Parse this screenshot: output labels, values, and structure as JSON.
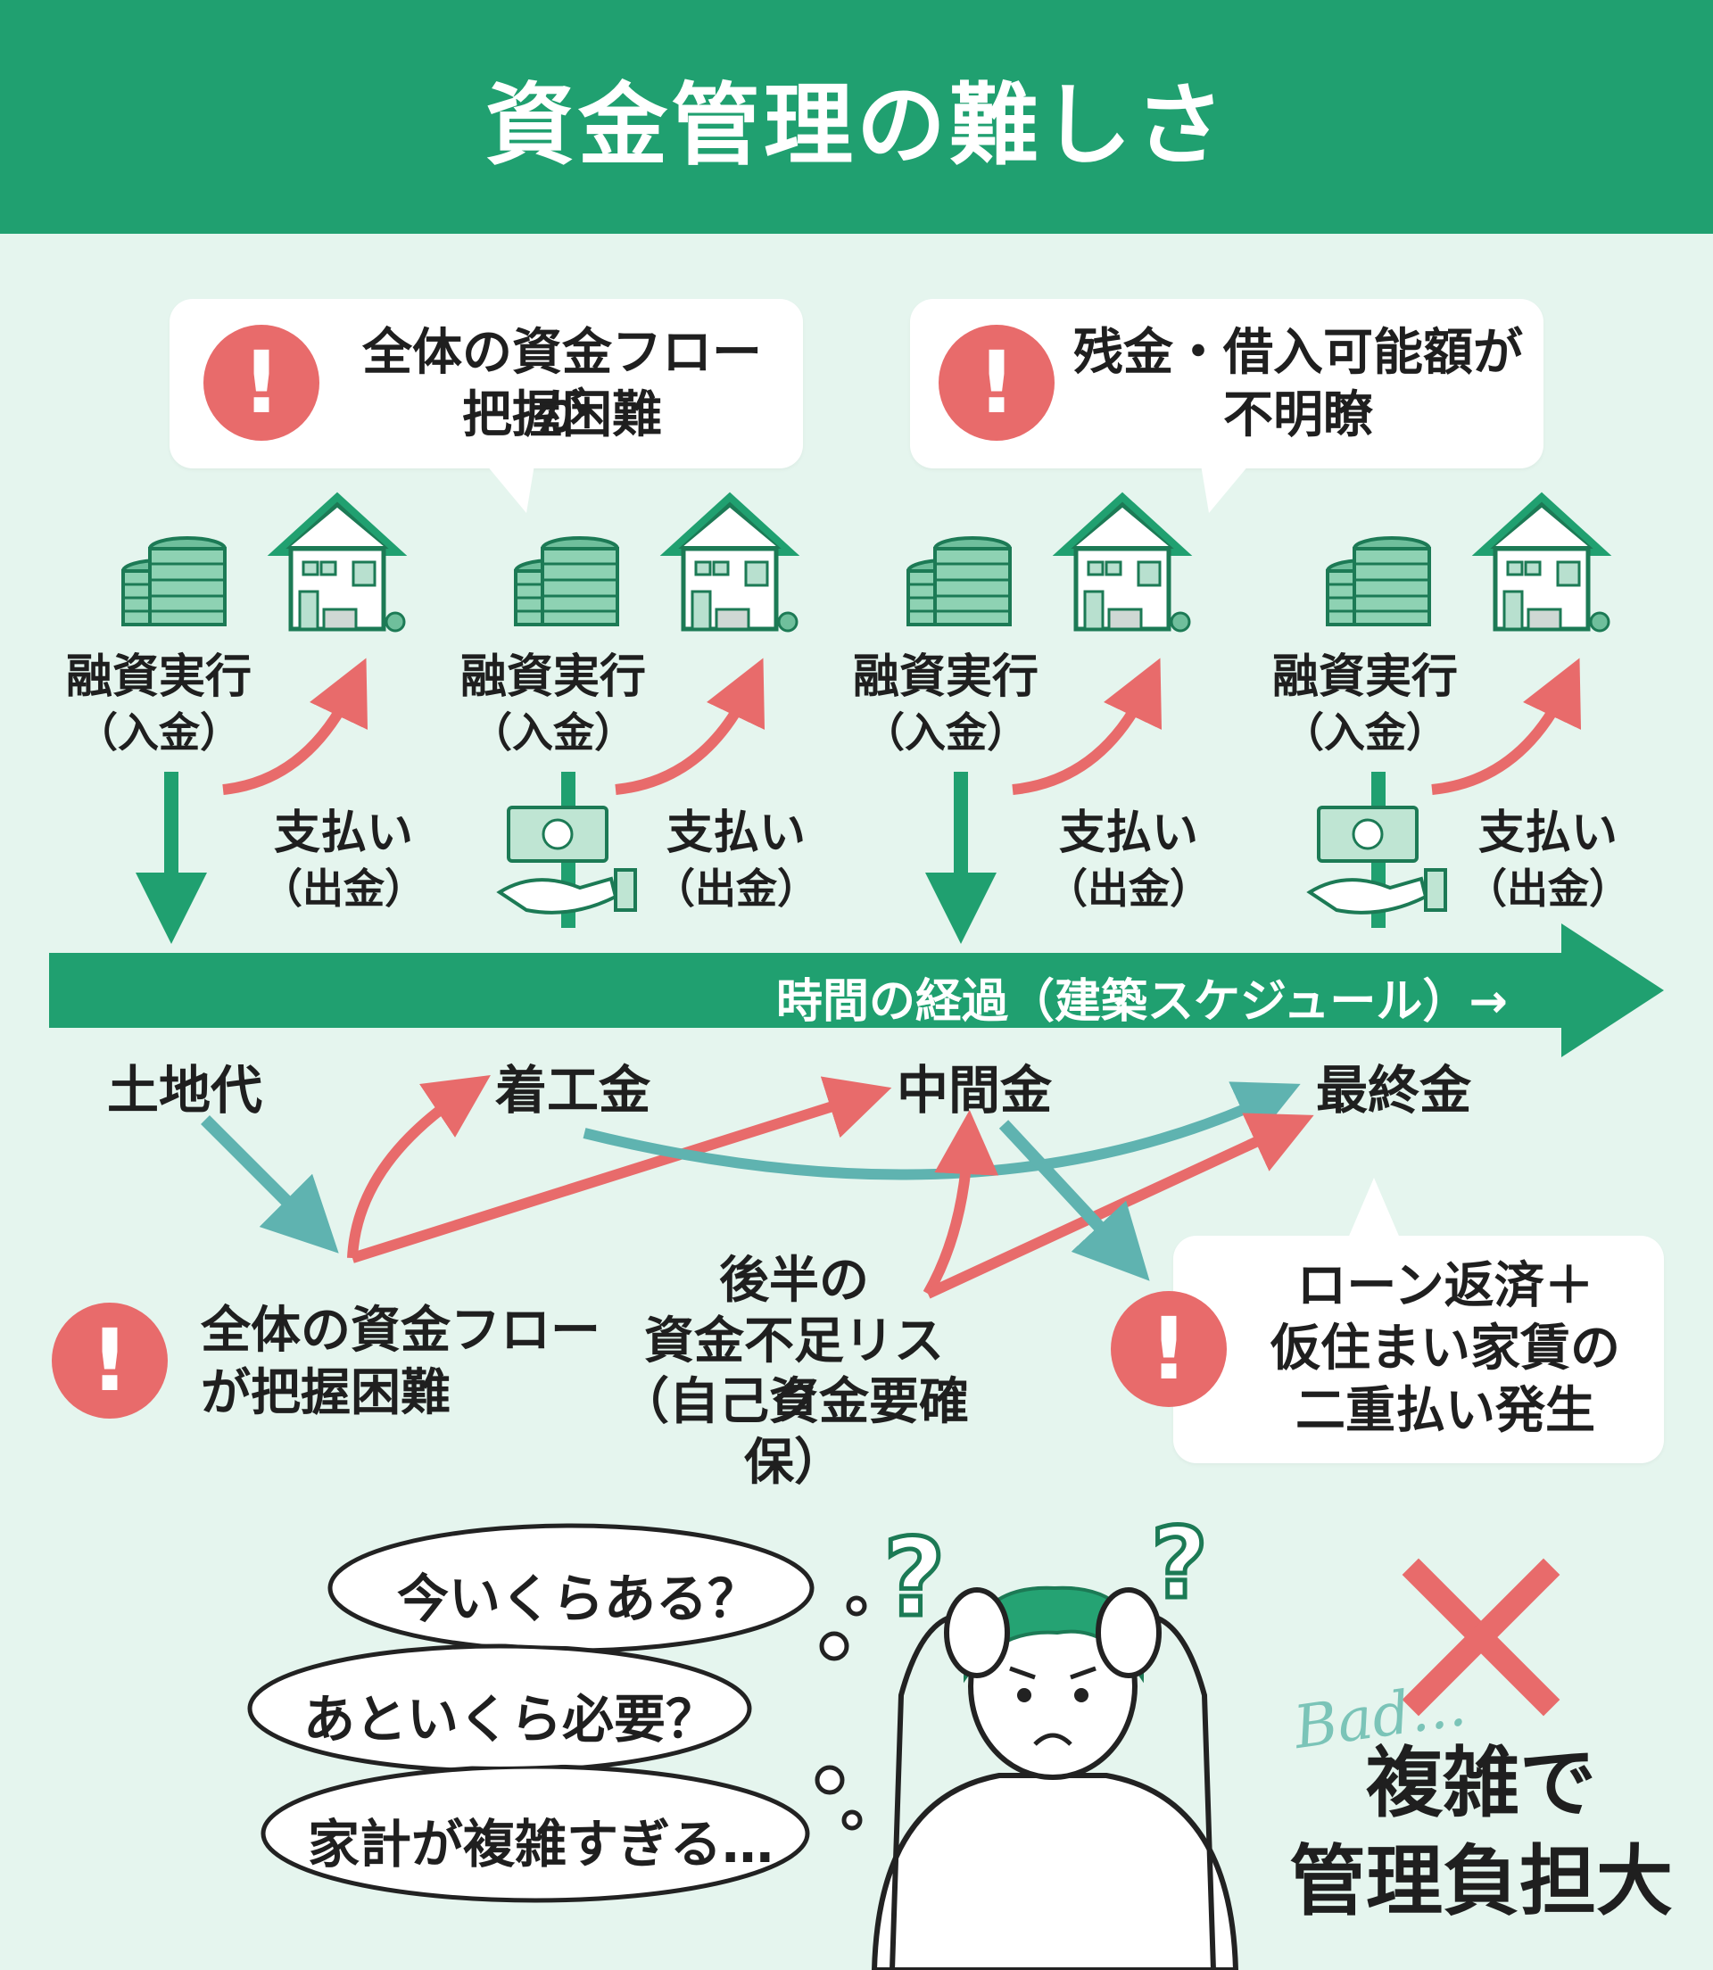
{
  "title": "資金管理の難しさ",
  "colors": {
    "primary_green": "#20a070",
    "background": "#e5f5ee",
    "alert_red": "#e86b6b",
    "teal": "#5fb3b0"
  },
  "top_alerts": [
    {
      "line1": "全体の資金フローが",
      "line2": "把握困難",
      "icon": "exclamation-icon"
    },
    {
      "line1": "残金・借入可能額が",
      "line2": "不明瞭",
      "icon": "exclamation-icon"
    }
  ],
  "steps": [
    {
      "loan_label": "融資実行",
      "loan_sub": "（入金）",
      "pay_label": "支払い",
      "pay_sub": "（出金）"
    },
    {
      "loan_label": "融資実行",
      "loan_sub": "（入金）",
      "pay_label": "支払い",
      "pay_sub": "（出金）"
    },
    {
      "loan_label": "融資実行",
      "loan_sub": "（入金）",
      "pay_label": "支払い",
      "pay_sub": "（出金）"
    },
    {
      "loan_label": "融資実行",
      "loan_sub": "（入金）",
      "pay_label": "支払い",
      "pay_sub": "（出金）"
    }
  ],
  "timeline": {
    "label": "時間の経過（建築スケジュール）→"
  },
  "stages": [
    "土地代",
    "着工金",
    "中間金",
    "最終金"
  ],
  "bottom_alerts": {
    "left": {
      "line1": "全体の資金フロー",
      "line2": "が把握困難"
    },
    "middle": {
      "line1": "後半の",
      "line2": "資金不足リスク",
      "line3": "（自己資金要確保）"
    },
    "right": {
      "line1": "ローン返済＋",
      "line2": "仮住まい家賃の",
      "line3": "二重払い発生"
    }
  },
  "thoughts": [
    "今いくらある？",
    "あといくら必要？",
    "家計が複雑すぎる…"
  ],
  "conclusion": {
    "bad": "Bad...",
    "line1": "複雑で",
    "line2": "管理負担大"
  }
}
